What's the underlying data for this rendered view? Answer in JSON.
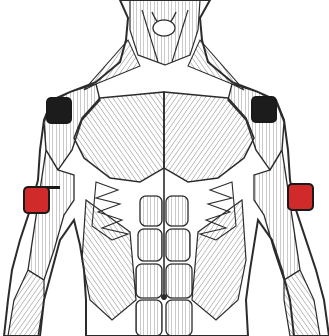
{
  "figure": {
    "subject": "male-torso-muscle-anatomy",
    "line_color": "#2b2b2b",
    "skin_color": "#ffffff"
  },
  "electrodes": [
    {
      "id": "left-shoulder",
      "color": "#1c1c1c"
    },
    {
      "id": "right-shoulder",
      "color": "#1c1c1c"
    },
    {
      "id": "left-upper-arm",
      "color": "#d12a2a"
    },
    {
      "id": "right-upper-arm",
      "color": "#d12a2a"
    }
  ]
}
